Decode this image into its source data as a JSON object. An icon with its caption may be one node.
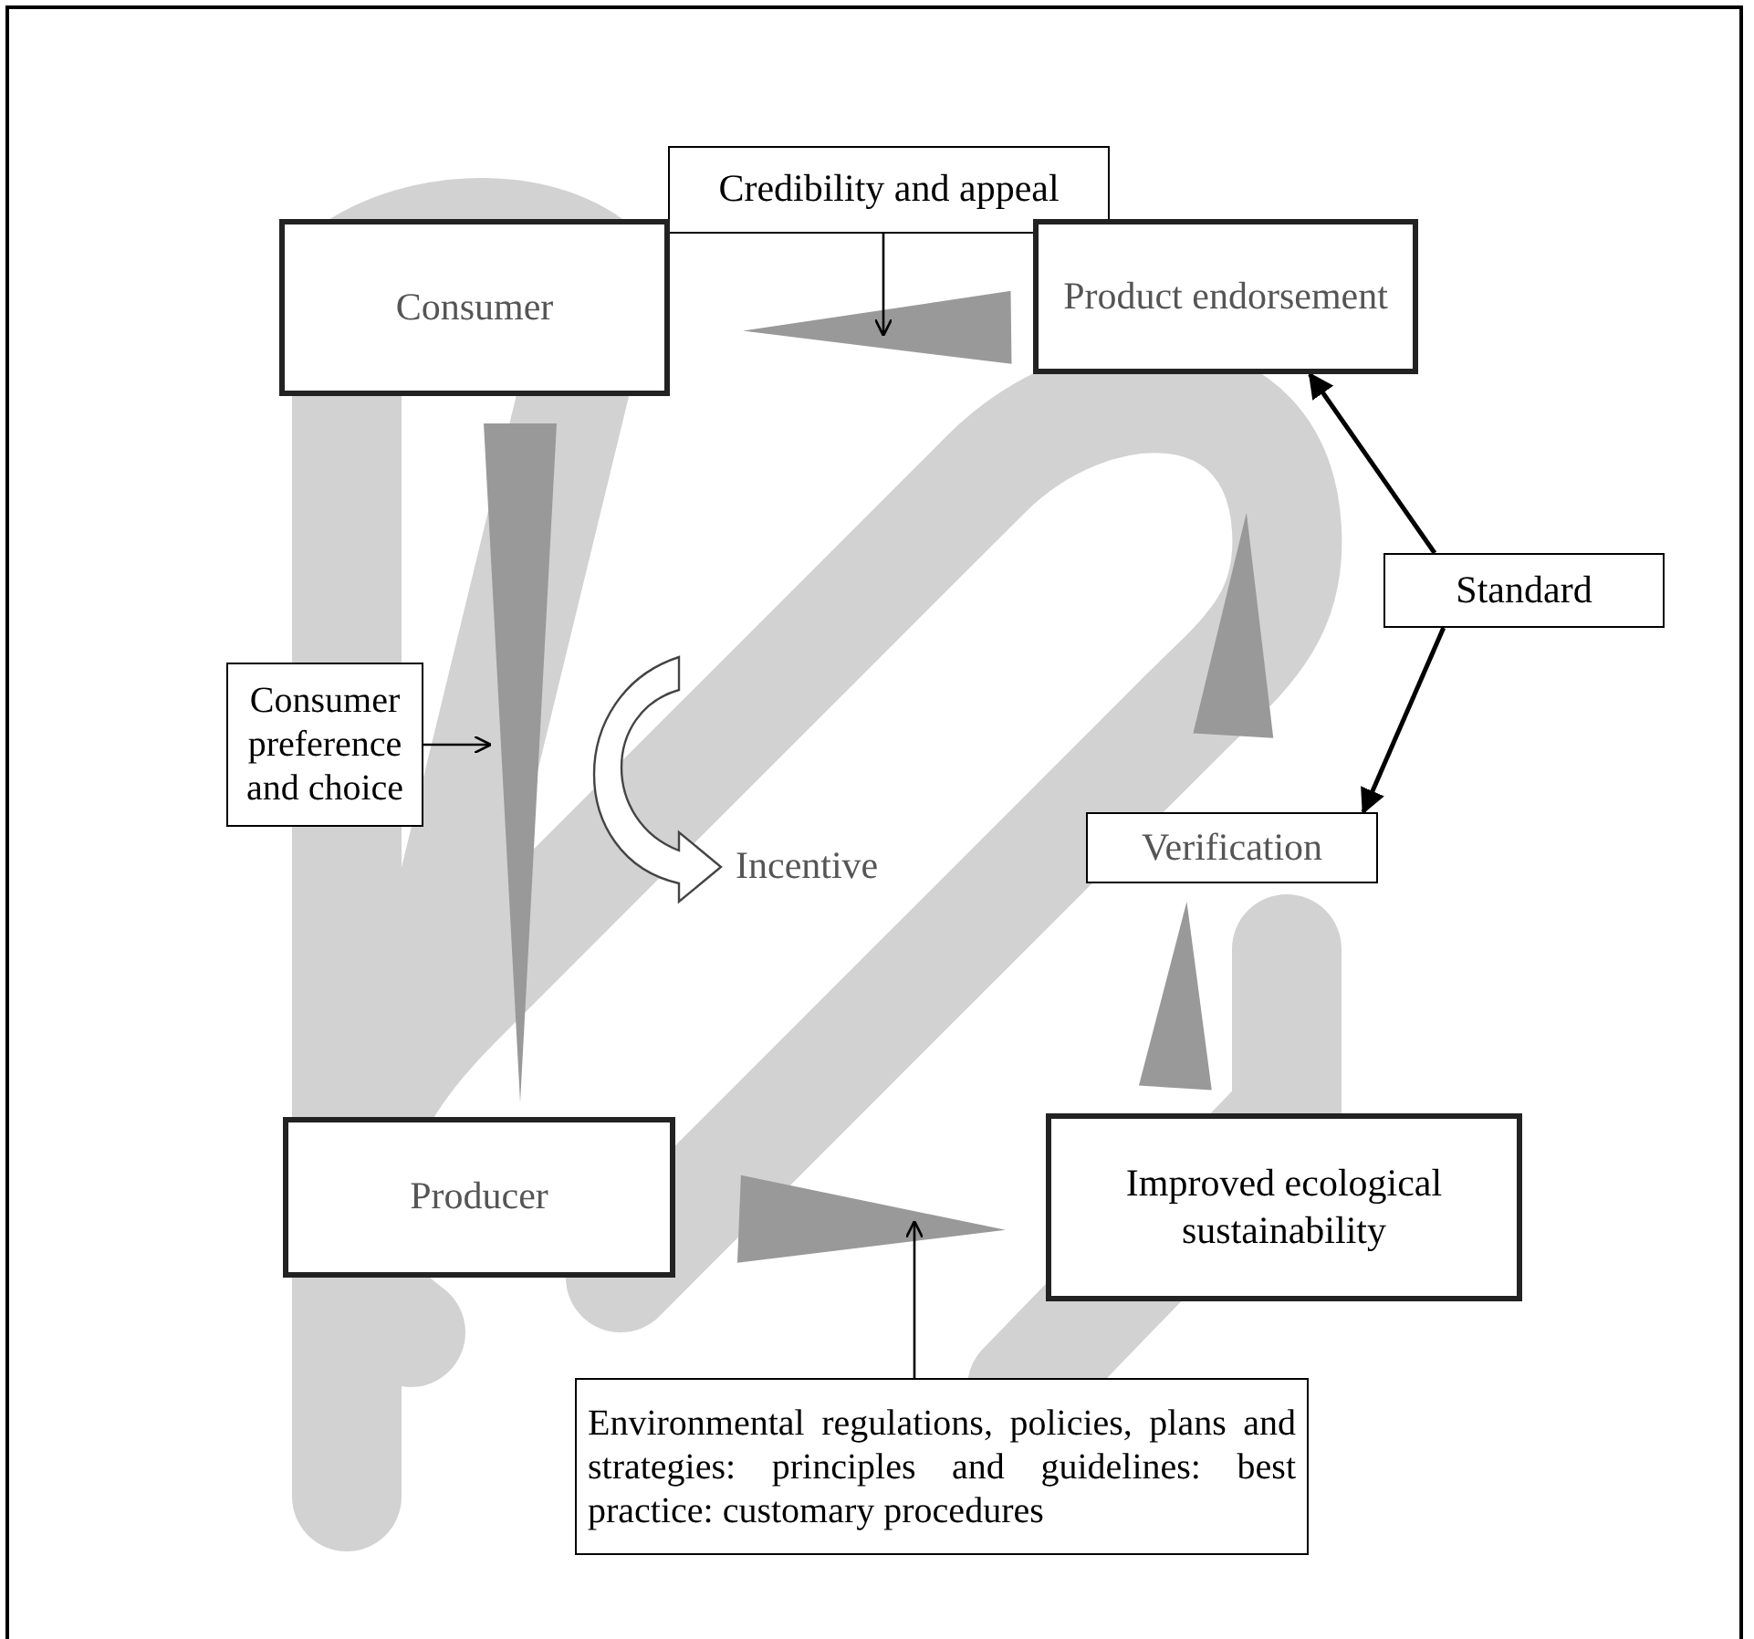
{
  "diagram": {
    "nodes": [
      {
        "text": [
          "Credibility and appeal"
        ]
      },
      {
        "text": [
          "Consumer"
        ]
      },
      {
        "text": [
          "Product endorsement"
        ]
      },
      {
        "text": [
          "Standard"
        ]
      },
      {
        "text": [
          "Consumer preference and choice"
        ]
      },
      {
        "text": [
          "Verification"
        ]
      },
      {
        "text": [
          "Producer"
        ]
      },
      {
        "text": [
          "Improved ecological sustainability"
        ]
      },
      {
        "text": [
          "Environmental regulations, policies, plans and strategies: principles and guidelines: best practice: customary procedures"
        ]
      }
    ],
    "edges": [
      {
        "from": 1,
        "to": 6,
        "arrow": "to",
        "style": "thick",
        "color": "#999999"
      },
      {
        "from": 6,
        "to": 7,
        "arrow": "to",
        "style": "thick",
        "color": "#999999"
      },
      {
        "from": 7,
        "to": 5,
        "arrow": "to",
        "style": "thick",
        "color": "#999999"
      },
      {
        "from": 5,
        "to": 2,
        "arrow": "to",
        "style": "thick",
        "color": "#999999"
      },
      {
        "from": 2,
        "to": 1,
        "arrow": "to",
        "style": "thick",
        "color": "#999999"
      },
      {
        "from": 0,
        "to": null,
        "arrow": "to"
      },
      {
        "from": 4,
        "to": null,
        "arrow": "to"
      },
      {
        "from": 3,
        "to": 2,
        "arrow": "to"
      },
      {
        "from": 3,
        "to": 5,
        "arrow": "to"
      },
      {
        "from": 8,
        "to": null,
        "arrow": "to"
      }
    ],
    "labels": [
      "Incentive"
    ]
  }
}
